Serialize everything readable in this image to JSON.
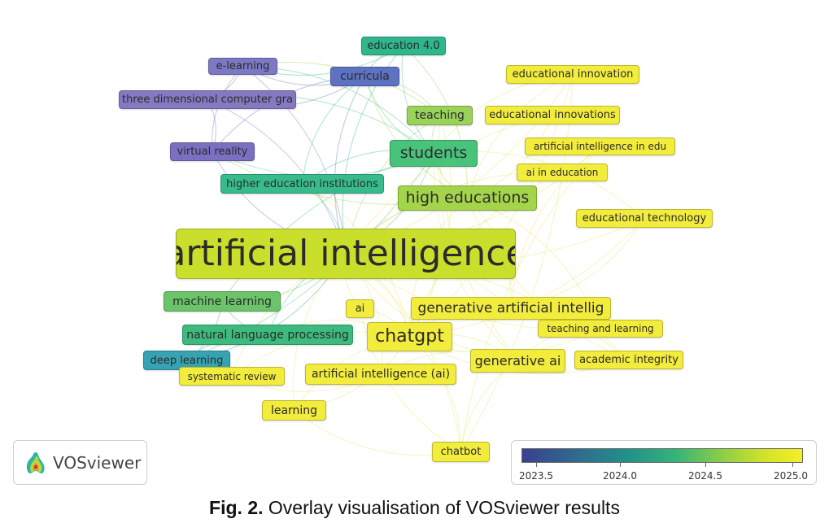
{
  "nodes": [
    {
      "id": "artificial-intelligence",
      "label": "artificial intelligence",
      "color": "#c9df2b"
    },
    {
      "id": "education-4-0",
      "label": "education 4.0",
      "color": "#2fb68a"
    },
    {
      "id": "e-learning",
      "label": "e-learning",
      "color": "#7d78c4"
    },
    {
      "id": "curricula",
      "label": "curricula",
      "color": "#5d72c0"
    },
    {
      "id": "three-dimensional-computer-gra",
      "label": "three dimensional computer gra",
      "color": "#8579c2"
    },
    {
      "id": "teaching",
      "label": "teaching",
      "color": "#9ad25a"
    },
    {
      "id": "students",
      "label": "students",
      "color": "#49c27a"
    },
    {
      "id": "virtual-reality",
      "label": "virtual reality",
      "color": "#7a6fc0"
    },
    {
      "id": "higher-education-institutions",
      "label": "higher education institutions",
      "color": "#38bb8c"
    },
    {
      "id": "high-educations",
      "label": "high educations",
      "color": "#a4d44a"
    },
    {
      "id": "educational-innovation",
      "label": "educational innovation",
      "color": "#f2ec3c"
    },
    {
      "id": "educational-innovations",
      "label": "educational innovations",
      "color": "#f2ec3c"
    },
    {
      "id": "artificial-intelligence-in-edu",
      "label": "artificial intelligence in edu",
      "color": "#f2ec3c"
    },
    {
      "id": "ai-in-education",
      "label": "ai in education",
      "color": "#f2ec3c"
    },
    {
      "id": "educational-technology",
      "label": "educational technology",
      "color": "#f2ec3c"
    },
    {
      "id": "machine-learning",
      "label": "machine learning",
      "color": "#6bc46a"
    },
    {
      "id": "ai",
      "label": "ai",
      "color": "#f2ec3c"
    },
    {
      "id": "generative-artificial-intellig",
      "label": "generative artificial intellig",
      "color": "#f2ec3c"
    },
    {
      "id": "natural-language-processing",
      "label": "natural language processing",
      "color": "#3dba7d"
    },
    {
      "id": "chatgpt",
      "label": "chatgpt",
      "color": "#f2ec3c"
    },
    {
      "id": "teaching-and-learning",
      "label": "teaching and learning",
      "color": "#f2ec3c"
    },
    {
      "id": "deep-learning",
      "label": "deep learning",
      "color": "#37a2b1"
    },
    {
      "id": "generative-ai",
      "label": "generative ai",
      "color": "#f2ec3c"
    },
    {
      "id": "academic-integrity",
      "label": "academic integrity",
      "color": "#f2ec3c"
    },
    {
      "id": "systematic-review",
      "label": "systematic review",
      "color": "#f2ec3c"
    },
    {
      "id": "artificial-intelligence-ai",
      "label": "artificial intelligence (ai)",
      "color": "#f2ec3c"
    },
    {
      "id": "learning",
      "label": "learning",
      "color": "#f2ec3c"
    },
    {
      "id": "chatbot",
      "label": "chatbot",
      "color": "#f2ec3c"
    }
  ],
  "logo": {
    "brand": "VOSviewer",
    "icon": "vosviewer-logo-icon"
  },
  "legend": {
    "ticks": [
      "2023.5",
      "2024.0",
      "2024.5",
      "2025.0"
    ],
    "colors": [
      "#3b3f8f",
      "#22918a",
      "#8fcf45",
      "#f4ee2a"
    ]
  },
  "caption": {
    "label": "Fig. 2.",
    "text": "Overlay visualisation of VOSviewer results"
  }
}
